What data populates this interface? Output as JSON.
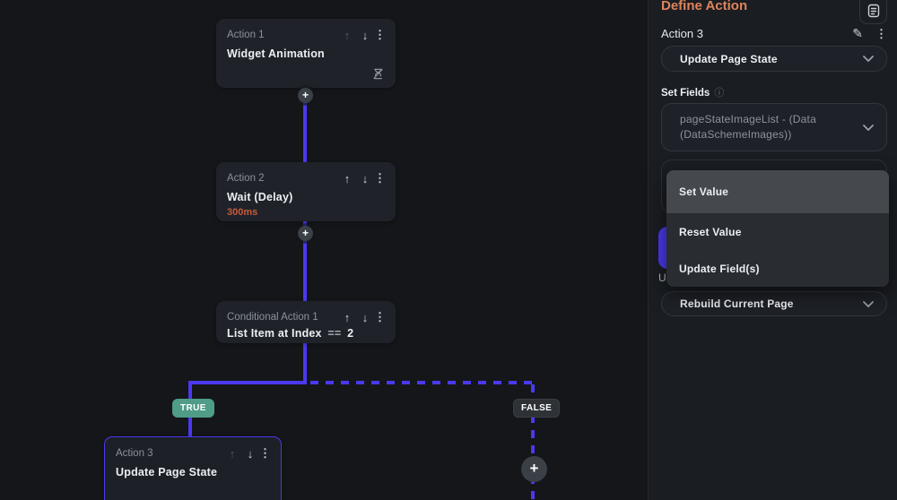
{
  "canvas": {
    "plus_label": "+",
    "nodes": [
      {
        "label": "Action 1",
        "title": "Widget Animation"
      },
      {
        "label": "Action 2",
        "title": "Wait (Delay)",
        "subtitle": "300ms"
      },
      {
        "label": "Conditional Action 1",
        "title": "List Item at Index",
        "operator": "==",
        "operand": "2"
      },
      {
        "label": "Action 3",
        "title": "Update Page State"
      }
    ],
    "branch_labels": {
      "true": "TRUE",
      "false": "FALSE"
    }
  },
  "panel": {
    "title": "Define Action",
    "action_label": "Action 3",
    "action_type_select": {
      "value": "Update Page State"
    },
    "set_fields_label": "Set Fields",
    "field_select": {
      "value": "pageStateImageList - (Data (DataSchemeImages))"
    },
    "menu": {
      "items": [
        {
          "label": "Set Value",
          "selected": true
        },
        {
          "label": "Reset Value",
          "selected": false
        },
        {
          "label": "Update Field(s)",
          "selected": false
        }
      ]
    },
    "partially_hidden_label": "U",
    "update_type_select": {
      "value": "Rebuild Current Page"
    }
  },
  "colors": {
    "purple": "#4B39EF",
    "teal": "#4f9c88",
    "orange": "#e0835b",
    "suborange": "#c75a3c",
    "canvasbg": "#14161a",
    "panelbg": "#1a1d22",
    "nodebg": "#1f2329"
  }
}
